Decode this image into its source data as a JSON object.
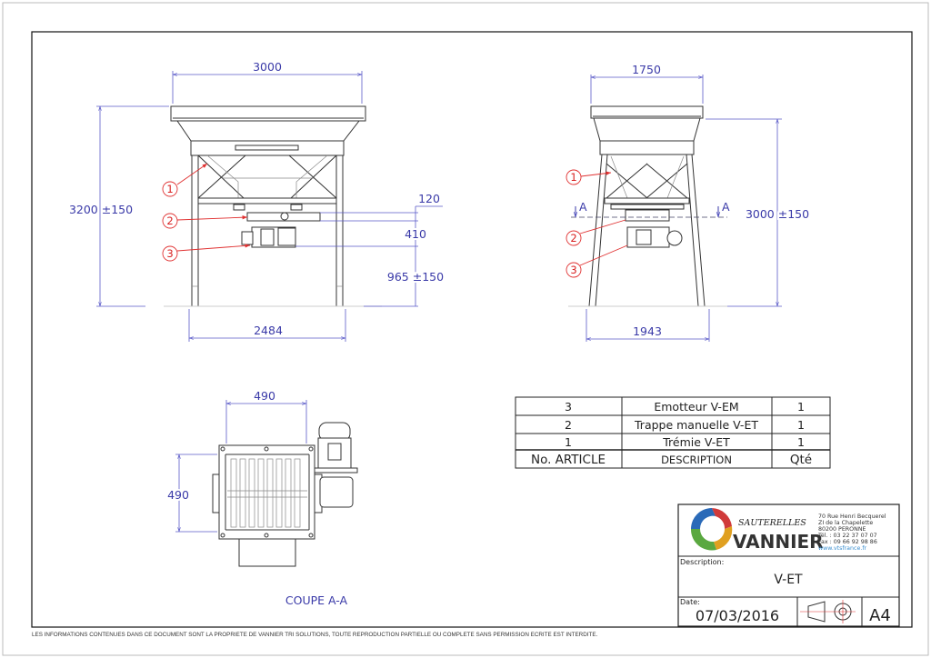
{
  "front_view": {
    "dims": {
      "width_top": "3000",
      "height_total": "3200 ±150",
      "width_legs": "2484",
      "trap_height": "120",
      "motor_height": "410",
      "ground_clearance": "965 ±150"
    },
    "balloons": [
      "1",
      "2",
      "3"
    ]
  },
  "side_view": {
    "dims": {
      "width_top": "1750",
      "height_total": "3000 ±150",
      "width_legs": "1943"
    },
    "section_marks": [
      "A",
      "A"
    ],
    "balloons": [
      "1",
      "2",
      "3"
    ]
  },
  "section_view": {
    "dims": {
      "width": "490",
      "height": "490"
    },
    "title": "COUPE A-A"
  },
  "bom": {
    "rows": [
      {
        "no": "3",
        "description": "Emotteur V-EM",
        "qty": "1"
      },
      {
        "no": "2",
        "description": "Trappe manuelle V-ET",
        "qty": "1"
      },
      {
        "no": "1",
        "description": "Trémie V-ET",
        "qty": "1"
      }
    ],
    "header": {
      "no": "No. ARTICLE",
      "description": "DESCRIPTION",
      "qty": "Qté"
    }
  },
  "title_block": {
    "brand_top": "SAUTERELLES",
    "brand_main": "VANNIER",
    "address": [
      "70 Rue Henri Becquerel",
      "ZI de la Chapelette",
      "80200  PERONNE",
      "Tél. :  03 22 37 07 07",
      "Fax :  09 66 92 98 86"
    ],
    "website": "www.vtsfrance.fr",
    "description_label": "Description:",
    "description_value": "V-ET",
    "date_label": "Date:",
    "date_value": "07/03/2016",
    "format": "A4"
  },
  "footer": "LES INFORMATIONS CONTENUES DANS CE DOCUMENT  SONT LA PROPRIETE DE VANNIER TRI SOLUTIONS, TOUTE REPRODUCTION PARTIELLE OU COMPLETE SANS PERMISSION ECRITE  EST INTERDITE.",
  "colors": {
    "dimension": "#3a3aa8",
    "balloon": "#d82020",
    "website": "#3a8fd0"
  }
}
